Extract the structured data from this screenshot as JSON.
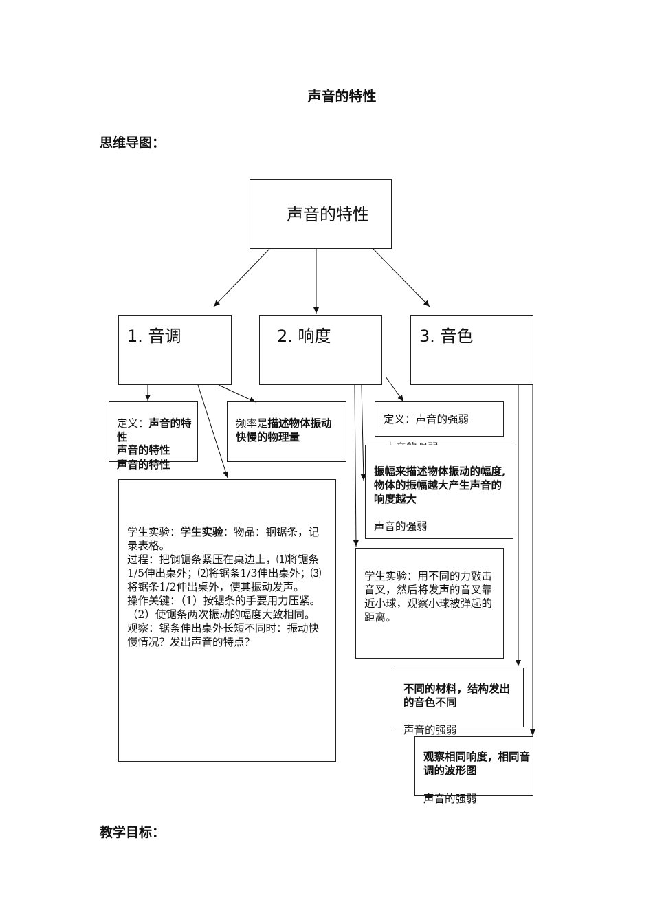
{
  "doc": {
    "title": "声音的特性",
    "section_mindmap": "思维导图：",
    "section_goals": "教学目标："
  },
  "mindmap": {
    "root": "声音的特性",
    "pitch": "1. 音调",
    "loudness": "2. 响度",
    "timbre": "3. 音色",
    "pitch_def_prefix": "定义：",
    "pitch_def_bold": "声音的特性",
    "pitch_def_overlap_1": "声音的特性",
    "pitch_def_overlap_2": "声音的特性",
    "freq_prefix": "频率是",
    "freq_bold": "描述物体振动快慢的物理量",
    "pitch_exp_prefix": "学生实验：",
    "pitch_exp_bold": "学生实验",
    "pitch_exp_body": "：物品：钢锯条，记录表格。\n过程：把钢锯条紧压在桌边上，⑴将锯条1/5伸出桌外；⑵将锯条1/3伸出桌外；⑶将锯条1/2伸出桌外，使其振动发声。\n操作关键：（1）按锯条的手要用力压紧。（2）使锯条两次振动的幅度大致相同。\n观察：锯条伸出桌外长短不同时：振动快慢情况？发出声音的特点？",
    "loud_def": "定义：声音的强弱",
    "loud_def_overlap": "声音的强弱",
    "amplitude": "振幅来描述物体振动的幅度,物体的振幅越大产生声音的响度越大",
    "amplitude_sub": "声音的强弱",
    "loud_exp": "学生实验：用不同的力敲击音叉，然后将发声的音叉靠近小球，观察小球被弹起的距离。",
    "timbre_material": "不同的材料，结构发出的音色不同",
    "timbre_material_sub": "声音的强弱",
    "timbre_wave": "观察相同响度，相同音调的波形图",
    "timbre_wave_sub": "声音的强弱"
  }
}
